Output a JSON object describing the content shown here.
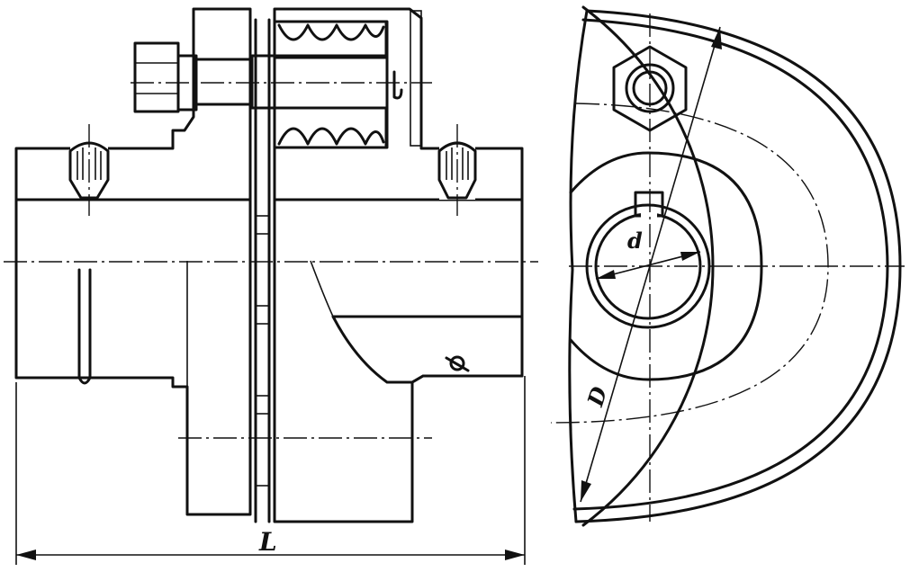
{
  "drawing": {
    "dimensions": {
      "length_label": "L",
      "outer_diameter_label": "D",
      "bore_diameter_label": "d"
    }
  }
}
